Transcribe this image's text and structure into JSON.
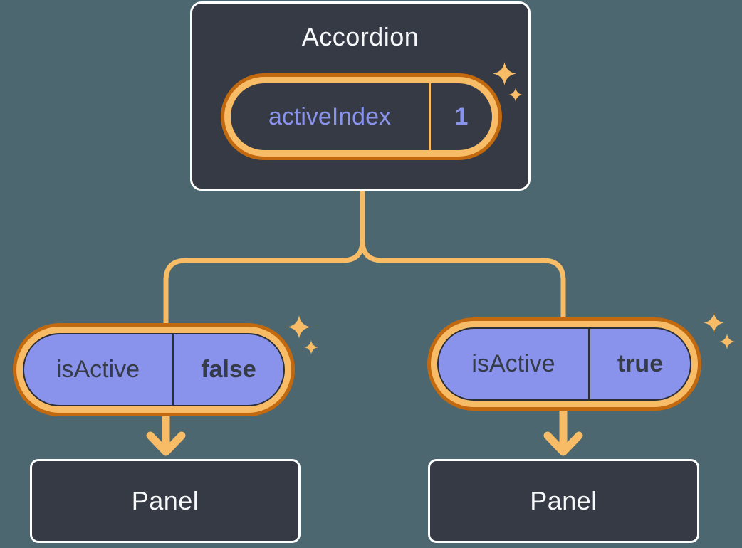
{
  "colors": {
    "bg": "#4C6770",
    "node-bg": "#353A45",
    "node-border": "#FFFFFF",
    "accent-light": "#F8BC66",
    "accent-dark": "#C2690F",
    "purple": "#8A93EC",
    "text-light": "#F7F8FA",
    "text-dark": "#363C47"
  },
  "icons": {
    "sparkle": "four-point-star"
  },
  "root": {
    "title": "Accordion",
    "state": {
      "label": "activeIndex",
      "value": "1"
    }
  },
  "children": [
    {
      "prop": {
        "label": "isActive",
        "value": "false"
      },
      "panel": {
        "title": "Panel"
      }
    },
    {
      "prop": {
        "label": "isActive",
        "value": "true"
      },
      "panel": {
        "title": "Panel"
      }
    }
  ]
}
